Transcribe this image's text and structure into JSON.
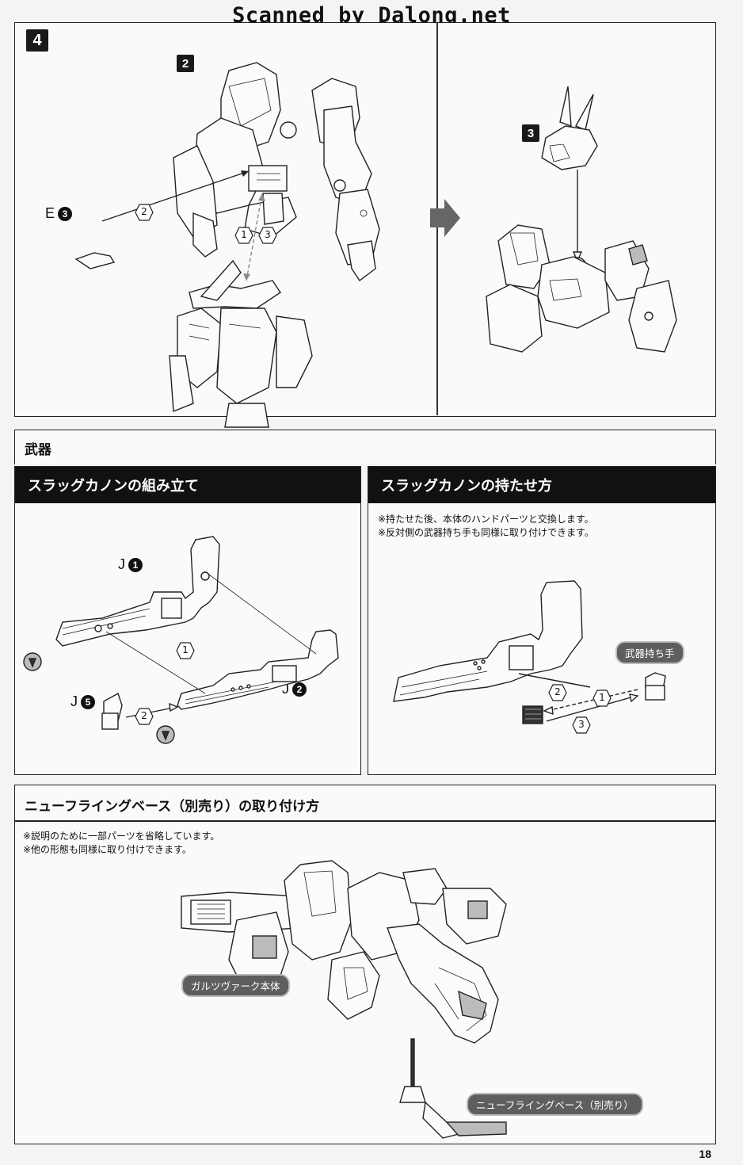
{
  "watermark": "Scanned by Dalong.net",
  "step4": {
    "step_number": "4",
    "sub_a": "2",
    "sub_b": "3",
    "part_e3": {
      "letter": "E",
      "num": "3"
    },
    "seq_2": "2",
    "seq_1": "1",
    "seq_3": "3"
  },
  "weapon": {
    "title": "武器",
    "assembly": {
      "heading": "スラッグカノンの組み立て",
      "part_j1": {
        "letter": "J",
        "num": "1"
      },
      "part_j2": {
        "letter": "J",
        "num": "2"
      },
      "part_j5": {
        "letter": "J",
        "num": "5"
      },
      "seq_1": "1",
      "seq_2": "2"
    },
    "holding": {
      "heading": "スラッグカノンの持たせ方",
      "notes": [
        "※持たせた後、本体のハンドパーツと交換します。",
        "※反対側の武器持ち手も同様に取り付けできます。"
      ],
      "tag": "武器持ち手",
      "seq_1": "1",
      "seq_2": "2",
      "seq_3": "3"
    }
  },
  "flying_base": {
    "heading": "ニューフライングベース（別売り）の取り付け方",
    "notes": [
      "※説明のために一部パーツを省略しています。",
      "※他の形態も同様に取り付けできます。"
    ],
    "tag_body": "ガルツヴァーク本体",
    "tag_base": "ニューフライングベース（別売り）"
  },
  "page_number": "18",
  "icons": [
    "arrow-right-icon",
    "numbered-hexagon-icon",
    "marker-icon"
  ]
}
